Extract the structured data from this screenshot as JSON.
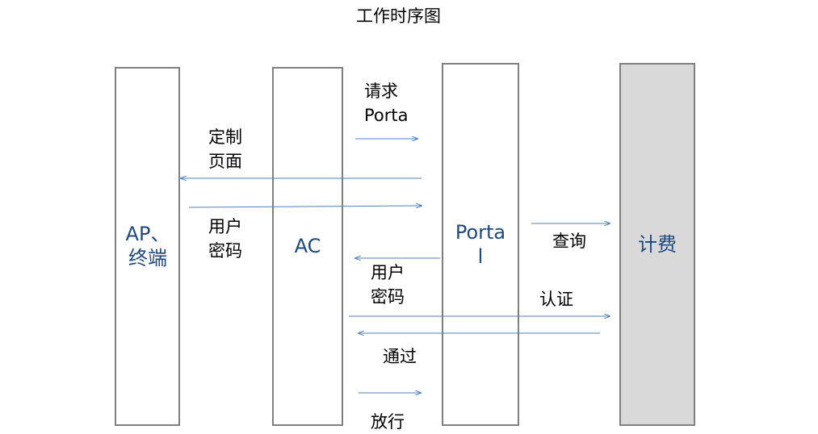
{
  "title": "工作时序图",
  "participants": {
    "ap": {
      "line1": "AP、",
      "line2": "终端"
    },
    "ac": {
      "label": "AC"
    },
    "portal": {
      "line1": "Porta",
      "line2": "l"
    },
    "billing": {
      "label": "计费"
    }
  },
  "messages": {
    "request_portal": "请求\nPorta",
    "custom_page": "定制\n页面",
    "user_password_1": "用户\n密码",
    "user_password_2": "用户\n密码",
    "query": "查询",
    "auth": "认证",
    "pass": "通过",
    "release": "放行"
  },
  "colors": {
    "arrow": "#4f81bd",
    "box_border": "#7f7f7f",
    "billing_fill": "#d9d9d9",
    "label_text": "#1f497d"
  }
}
